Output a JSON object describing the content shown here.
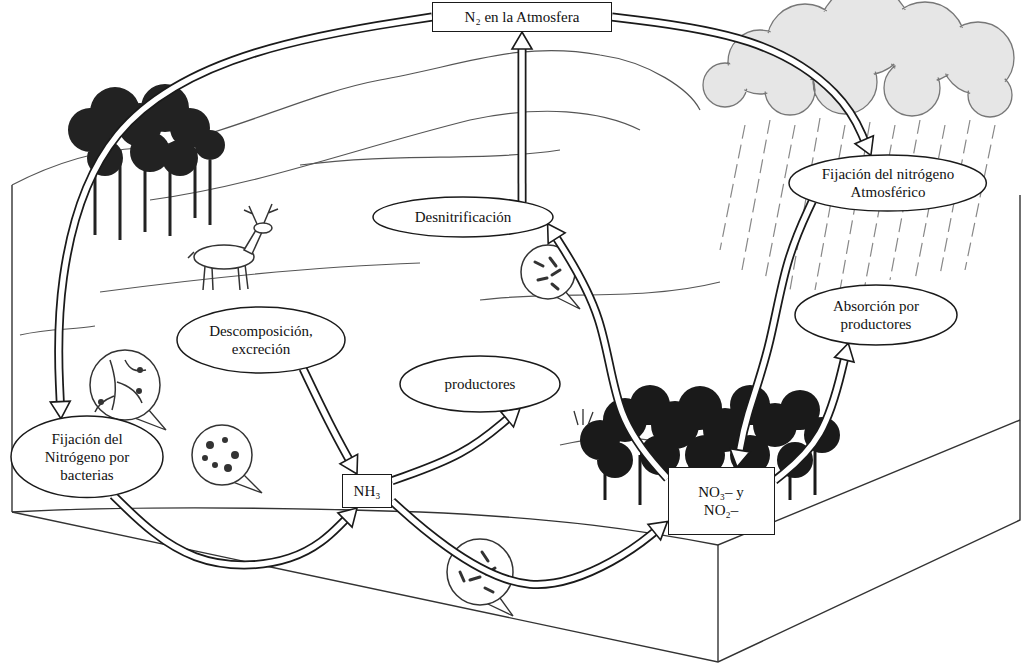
{
  "diagram": {
    "nodes": [
      {
        "text": [
          "N₂ en la Atmosfera"
        ]
      },
      {
        "text": [
          "Fijación del nitrógeno Atmosférico"
        ]
      },
      {
        "text": [
          "Desnitrificación"
        ]
      },
      {
        "text": [
          "Absorción por productores"
        ]
      },
      {
        "text": [
          "Descomposición, excreción"
        ]
      },
      {
        "text": [
          "productores"
        ]
      },
      {
        "text": [
          "Fijación del Nitrógeno por bacterias"
        ]
      },
      {
        "text": [
          "NH₃"
        ]
      },
      {
        "text": [
          "NO₃– y NO₂–"
        ]
      }
    ],
    "edges": [
      {
        "from": 0,
        "to": 6,
        "arrow": "to"
      },
      {
        "from": 0,
        "to": 1,
        "arrow": "to"
      },
      {
        "from": 2,
        "to": 0,
        "arrow": "to"
      },
      {
        "from": 8,
        "to": 2,
        "arrow": "to"
      },
      {
        "from": 1,
        "to": 8,
        "arrow": "to"
      },
      {
        "from": 8,
        "to": 3,
        "arrow": "to"
      },
      {
        "from": 4,
        "to": 7,
        "arrow": "to"
      },
      {
        "from": 6,
        "to": 7,
        "arrow": "to"
      },
      {
        "from": 7,
        "to": 5,
        "arrow": "to"
      },
      {
        "from": 7,
        "to": 8,
        "arrow": "to"
      }
    ]
  }
}
